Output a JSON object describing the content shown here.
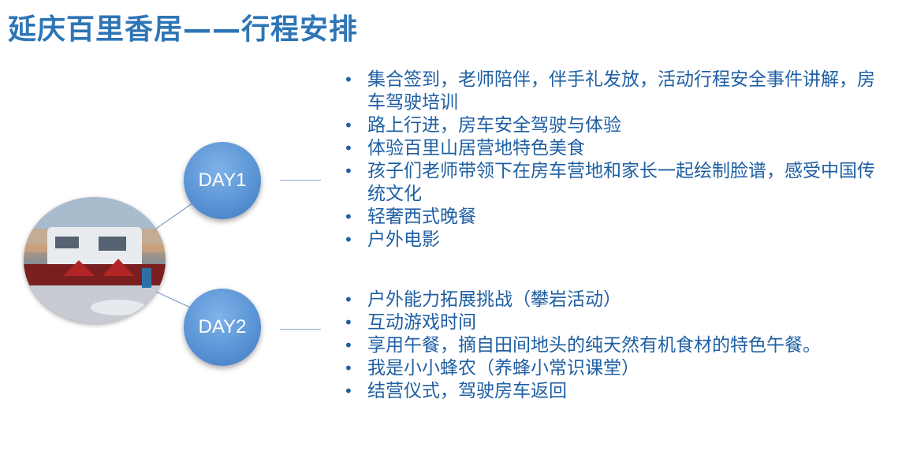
{
  "title": "延庆百里香居——行程安排",
  "days": [
    {
      "label": "DAY1",
      "items": [
        "集合签到，老师陪伴，伴手礼发放，活动行程安全事件讲解，房车驾驶培训",
        "路上行进，房车安全驾驶与体验",
        "体验百里山居营地特色美食",
        "孩子们老师带领下在房车营地和家长一起绘制脸谱，感受中国传统文化",
        "轻奢西式晚餐",
        "户外电影"
      ]
    },
    {
      "label": "DAY2",
      "items": [
        "户外能力拓展挑战（攀岩活动）",
        "互动游戏时间",
        "享用午餐，摘自田间地头的纯天然有机食材的特色午餐。",
        "我是小小蜂农（养蜂小常识课堂）",
        "结营仪式，驾驶房车返回"
      ]
    }
  ],
  "colors": {
    "title": "#2E75B6",
    "text": "#1F5FA3",
    "circle": "#5B95D6"
  }
}
